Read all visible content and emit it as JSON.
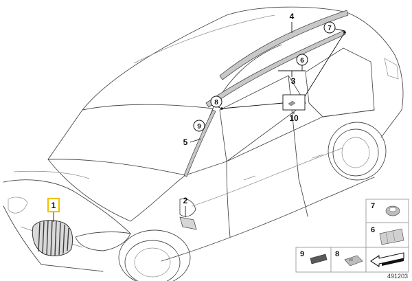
{
  "callouts": {
    "c1": "1",
    "c2": "2",
    "c3": "3",
    "c4": "4",
    "c5": "5",
    "c6": "6",
    "c7": "7",
    "c8": "8",
    "c9": "9",
    "c10": "10"
  },
  "legend": {
    "l7": "7",
    "l6": "6",
    "l9": "9",
    "l8": "8"
  },
  "diagram_id": "491203",
  "colors": {
    "highlight": "#f2c200",
    "outline": "#4a4a4a",
    "trim_fill": "#c8c8c8"
  }
}
